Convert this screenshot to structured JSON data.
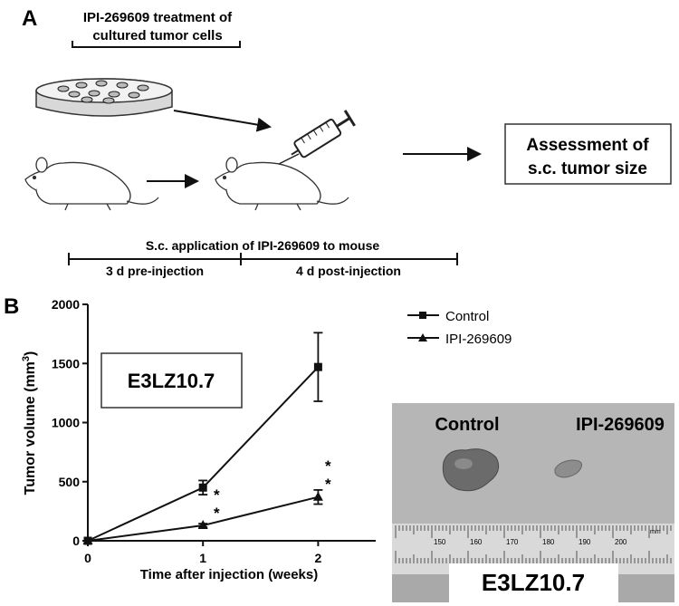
{
  "panel_a": {
    "label": "A",
    "treatment_title": "IPI-269609 treatment of cultured tumor cells",
    "assessment_line1": "Assessment of",
    "assessment_line2": "s.c. tumor size",
    "application_label": "S.c. application of IPI-269609 to mouse",
    "pre_injection": "3 d pre-injection",
    "post_injection": "4 d post-injection"
  },
  "panel_b": {
    "label": "B",
    "photo": {
      "control_label": "Control",
      "treated_label": "IPI-269609",
      "caption": "E3LZ10.7",
      "ruler_numbers": [
        "150",
        "160",
        "170",
        "180",
        "190",
        "200"
      ],
      "ruler_unit": "mm"
    }
  },
  "chart_data": {
    "type": "line",
    "title": "",
    "inset_label": "E3LZ10.7",
    "xlabel": "Time after injection (weeks)",
    "ylabel": "Tumor volume (mm",
    "ylabel_sup": "3",
    "ylabel_close": ")",
    "xlim": [
      0,
      2.5
    ],
    "ylim": [
      0,
      2000
    ],
    "xticks": [
      0,
      1,
      2
    ],
    "yticks": [
      0,
      500,
      1000,
      1500,
      2000
    ],
    "x": [
      0,
      1,
      2
    ],
    "legend_position": "top-right",
    "series": [
      {
        "name": "Control",
        "marker": "square",
        "values": [
          0,
          450,
          1470
        ],
        "errors": [
          0,
          60,
          290
        ]
      },
      {
        "name": "IPI-269609",
        "marker": "triangle",
        "values": [
          0,
          130,
          370
        ],
        "errors": [
          0,
          15,
          60
        ]
      }
    ],
    "annotations": [
      "**",
      "**"
    ]
  }
}
